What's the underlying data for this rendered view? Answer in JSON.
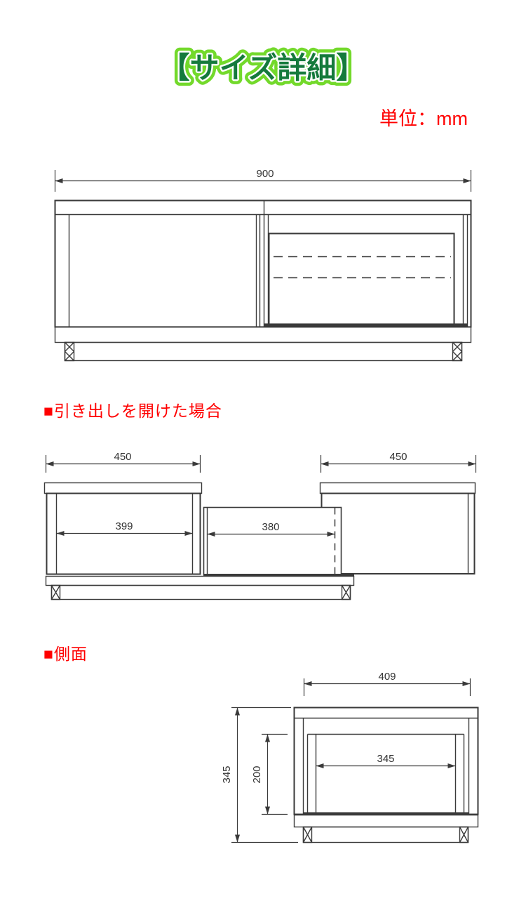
{
  "page": {
    "title": "【サイズ詳細】",
    "unit_label": "単位：mm"
  },
  "sections": {
    "drawer_open": {
      "label": "■引き出しを開けた場合"
    },
    "side_view": {
      "label": "■側面"
    }
  },
  "dimensions": {
    "front": {
      "width": "900"
    },
    "drawer_open": {
      "left_width": "450",
      "right_width": "450",
      "left_inner_width": "399",
      "drawer_extension": "380"
    },
    "side": {
      "depth": "409",
      "height": "345",
      "inner_height": "200",
      "inner_width": "345"
    }
  },
  "colors": {
    "line": "#3a3a3a",
    "accent_red": "#ff0000",
    "title_fill": "#157a3c",
    "title_outline": "#73d92b"
  }
}
